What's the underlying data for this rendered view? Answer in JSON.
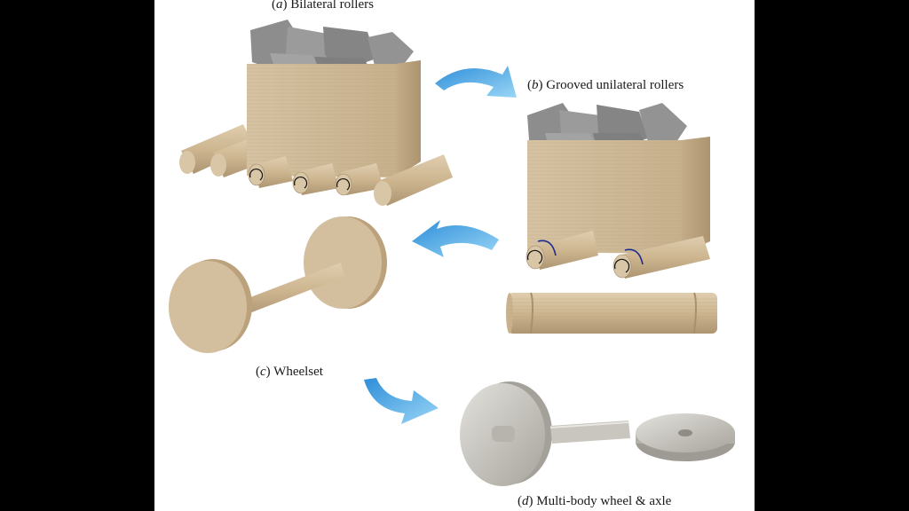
{
  "captions": {
    "a": {
      "letter": "a",
      "text": "Bilateral rollers"
    },
    "b": {
      "letter": "b",
      "text": "Grooved unilateral rollers"
    },
    "c": {
      "letter": "c",
      "text": "Wheelset"
    },
    "d": {
      "letter": "d",
      "text": "Multi-body wheel & axle"
    }
  },
  "colors": {
    "wood": "#cfb997",
    "wood_dark": "#b9a27d",
    "wood_light": "#e2d2b6",
    "rock": "#8e8e8e",
    "rock_light": "#a9a9a9",
    "arrow": "#3a9de0",
    "arrow_light": "#8fd0f5",
    "metal": "#c9c6bf",
    "rotation": "#1d2a8f"
  },
  "icons": [
    "curved-arrow-icon",
    "rotation-arrow-icon"
  ]
}
